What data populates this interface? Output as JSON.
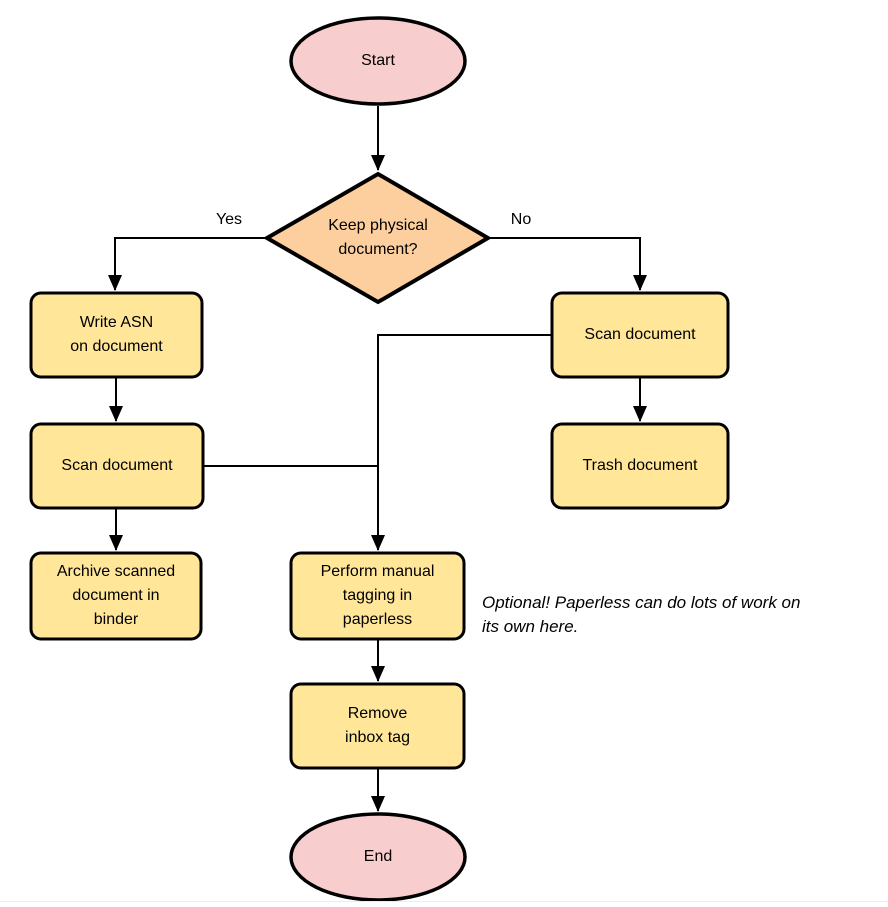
{
  "diagram": {
    "type": "flowchart",
    "colors": {
      "terminal_fill": "#f8cdcd",
      "decision_fill": "#fdcf9e",
      "process_fill": "#ffe699",
      "stroke": "#000000"
    },
    "nodes": {
      "start": {
        "shape": "ellipse",
        "label": "Start"
      },
      "decision": {
        "shape": "diamond",
        "label": "Keep physical\ndocument?"
      },
      "write_asn": {
        "shape": "process",
        "label": "Write ASN\non document"
      },
      "scan_left": {
        "shape": "process",
        "label": "Scan document"
      },
      "archive": {
        "shape": "process",
        "label": "Archive scanned\ndocument in\nbinder"
      },
      "scan_right": {
        "shape": "process",
        "label": "Scan document"
      },
      "trash": {
        "shape": "process",
        "label": "Trash document"
      },
      "tagging": {
        "shape": "process",
        "label": "Perform manual\ntagging in\npaperless"
      },
      "remove_inbox": {
        "shape": "process",
        "label": "Remove\ninbox tag"
      },
      "end": {
        "shape": "ellipse",
        "label": "End"
      }
    },
    "edge_labels": {
      "yes": "Yes",
      "no": "No"
    },
    "annotation": "Optional! Paperless can do lots of work on\nits own here."
  }
}
